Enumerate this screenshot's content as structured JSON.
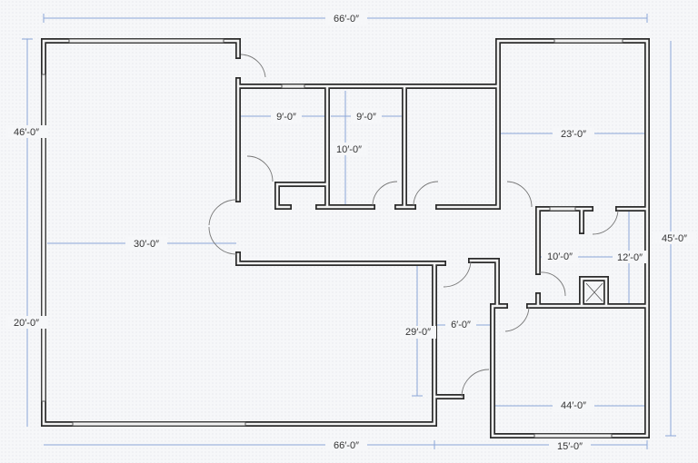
{
  "title": "Floor plan",
  "dimensions": {
    "top_width": "66′-0″",
    "left_upper": "46′-0″",
    "left_lower": "20′-0″",
    "great_room_width": "30′-0″",
    "bedroom1_width": "9′-0″",
    "bedroom2_width": "9′-0″",
    "bedroom2_depth": "10′-0″",
    "master_width": "23′-0″",
    "right_height": "45′-0″",
    "bath_width": "10′-0″",
    "bath_depth": "12′-0″",
    "hall_width": "6′-0″",
    "room_depth": "29′-0″",
    "garage_width": "44′-0″",
    "bottom_width": "66′-0″",
    "bottom_right": "15′-0″"
  },
  "colors": {
    "wall": "#2b2b2b",
    "dimension": "#8aa6d8",
    "background": "#f6f7f9"
  }
}
